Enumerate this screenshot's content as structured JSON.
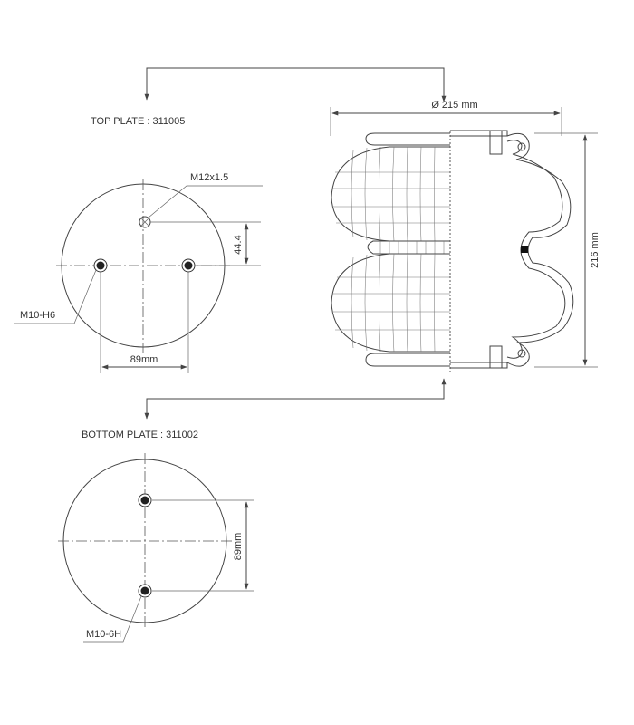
{
  "top_plate": {
    "title": "TOP PLATE : 311005",
    "thread_center": "M12x1.5",
    "thread_side": "M10-H6",
    "offset_dim": "44.4",
    "bolt_spacing": "89mm"
  },
  "bottom_plate": {
    "title": "BOTTOM PLATE : 311002",
    "thread": "M10-6H",
    "bolt_spacing": "89mm"
  },
  "bellow": {
    "diameter": "Ø 215 mm",
    "height": "216 mm"
  },
  "colors": {
    "line": "#444444",
    "text": "#333333",
    "background": "#ffffff"
  }
}
